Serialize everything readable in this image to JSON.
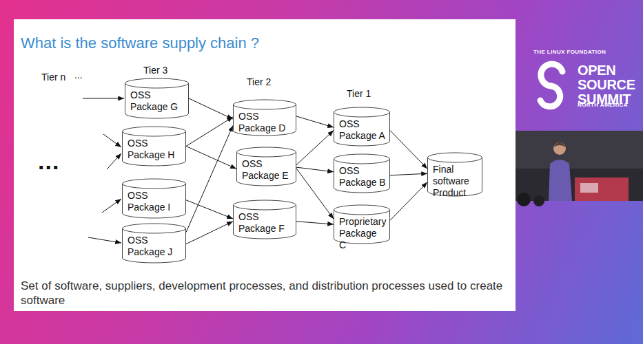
{
  "diagram": {
    "title": "What is the software supply chain ?",
    "caption": "Set of software, suppliers, development processes, and distribution processes used to create software",
    "nodes": [
      {
        "text": [
          "OSS Package G"
        ]
      },
      {
        "text": [
          "OSS Package H"
        ]
      },
      {
        "text": [
          "OSS Package I"
        ]
      },
      {
        "text": [
          "OSS Package J"
        ]
      },
      {
        "text": [
          "OSS Package D"
        ]
      },
      {
        "text": [
          "OSS Package E"
        ]
      },
      {
        "text": [
          "OSS Package F"
        ]
      },
      {
        "text": [
          "OSS Package A"
        ]
      },
      {
        "text": [
          "OSS Package B"
        ]
      },
      {
        "text": [
          "Proprietary Package C"
        ]
      },
      {
        "text": [
          "Final software Product"
        ]
      }
    ],
    "edges": [
      {
        "from": 0,
        "to": 4,
        "arrow": "to"
      },
      {
        "from": 1,
        "to": 4,
        "arrow": "to"
      },
      {
        "from": 1,
        "to": 5,
        "arrow": "to"
      },
      {
        "from": 2,
        "to": 6,
        "arrow": "to"
      },
      {
        "from": 3,
        "to": 6,
        "arrow": "to"
      },
      {
        "from": 3,
        "to": 4,
        "arrow": "to"
      },
      {
        "from": 4,
        "to": 7,
        "arrow": "to"
      },
      {
        "from": 5,
        "to": 7,
        "arrow": "to"
      },
      {
        "from": 5,
        "to": 8,
        "arrow": "to"
      },
      {
        "from": 5,
        "to": 9,
        "arrow": "to"
      },
      {
        "from": 6,
        "to": 9,
        "arrow": "to"
      },
      {
        "from": 7,
        "to": 10,
        "arrow": "to"
      },
      {
        "from": 8,
        "to": 10,
        "arrow": "to"
      },
      {
        "from": 9,
        "to": 10,
        "arrow": "to"
      }
    ],
    "labels": [
      "Tier n",
      "...",
      "Tier 3",
      "Tier 2",
      "Tier 1",
      "...",
      "THE LINUX FOUNDATION",
      "OPEN SOURCE SUMMIT",
      "NORTH AMERICA"
    ]
  }
}
